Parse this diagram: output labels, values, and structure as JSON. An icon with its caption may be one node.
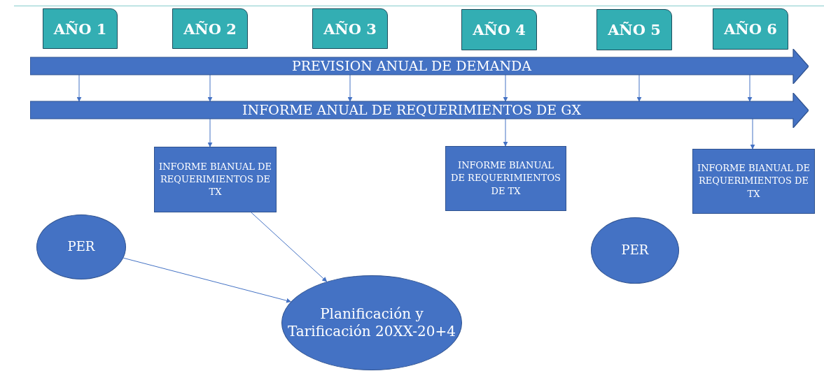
{
  "diagram": {
    "nodes": [
      {
        "text": [
          "AÑO 1"
        ]
      },
      {
        "text": [
          "AÑO 2"
        ]
      },
      {
        "text": [
          "AÑO 3"
        ]
      },
      {
        "text": [
          "AÑO 4"
        ]
      },
      {
        "text": [
          "AÑO 5"
        ]
      },
      {
        "text": [
          "AÑO 6"
        ]
      },
      {
        "text": [
          "PREVISION ANUAL DE DEMANDA"
        ]
      },
      {
        "text": [
          "INFORME ANUAL DE REQUERIMIENTOS DE GX"
        ]
      },
      {
        "text": [
          "INFORME BIANUAL DE REQUERIMIENTOS DE TX"
        ]
      },
      {
        "text": [
          "INFORME BIANUAL DE REQUERIMIENTOS DE TX"
        ]
      },
      {
        "text": [
          "INFORME BIANUAL DE REQUERIMIENTOS DE TX"
        ]
      },
      {
        "text": [
          "PER"
        ]
      },
      {
        "text": [
          "Planificación y Tarificación 20XX-20+4"
        ]
      },
      {
        "text": [
          "PER"
        ]
      }
    ],
    "edges": [
      {
        "from": 6,
        "to": 7,
        "arrow": "to"
      },
      {
        "from": 6,
        "to": 7,
        "arrow": "to"
      },
      {
        "from": 6,
        "to": 7,
        "arrow": "to"
      },
      {
        "from": 6,
        "to": 7,
        "arrow": "to"
      },
      {
        "from": 6,
        "to": 7,
        "arrow": "to"
      },
      {
        "from": 6,
        "to": 7,
        "arrow": "to"
      },
      {
        "from": 7,
        "to": 8,
        "arrow": "to"
      },
      {
        "from": 7,
        "to": 9,
        "arrow": "to"
      },
      {
        "from": 7,
        "to": 10,
        "arrow": "to"
      },
      {
        "from": 8,
        "to": 12,
        "arrow": "to"
      },
      {
        "from": 11,
        "to": 12,
        "arrow": "to"
      }
    ]
  }
}
